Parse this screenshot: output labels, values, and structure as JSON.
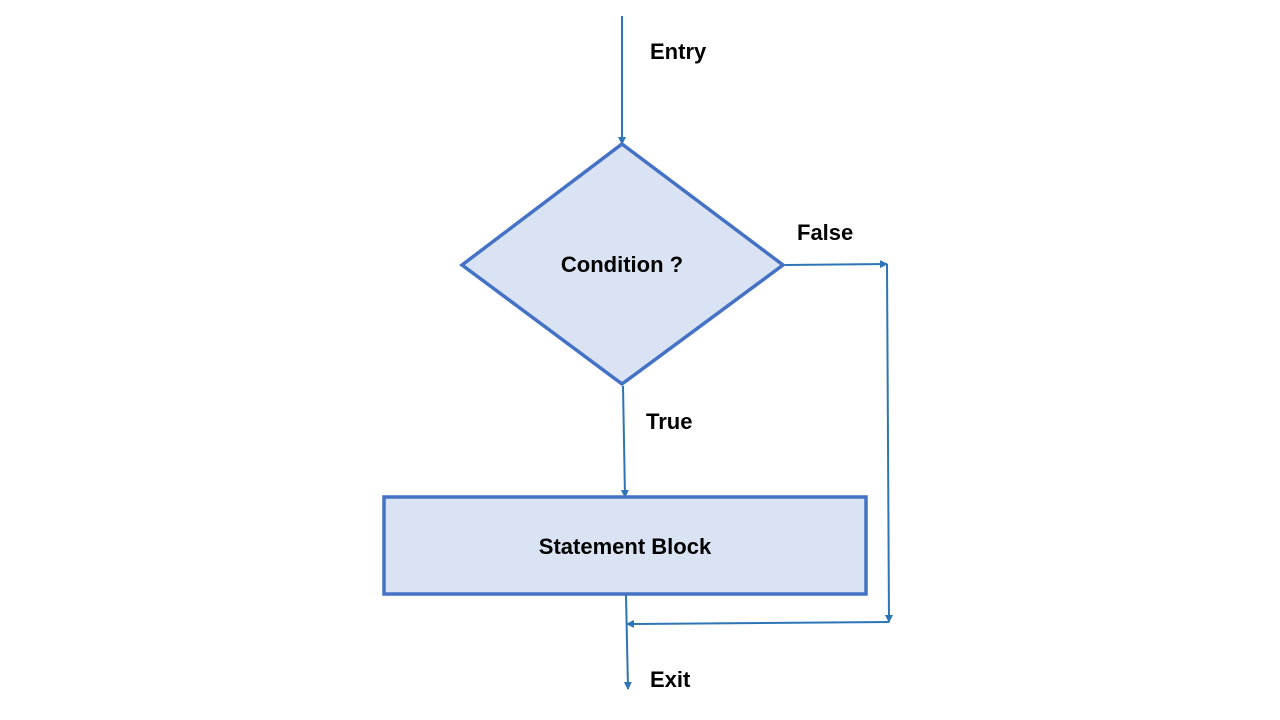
{
  "diagram": {
    "type": "flowchart",
    "labels": {
      "entry": "Entry",
      "decision": "Condition ?",
      "false_branch": "False",
      "true_branch": "True",
      "process": "Statement Block",
      "exit": "Exit"
    },
    "colors": {
      "shape_fill": "#dae3f3",
      "shape_stroke": "#4472c4",
      "connector": "#2e75b6",
      "text": "#000000",
      "background": "#ffffff"
    }
  }
}
